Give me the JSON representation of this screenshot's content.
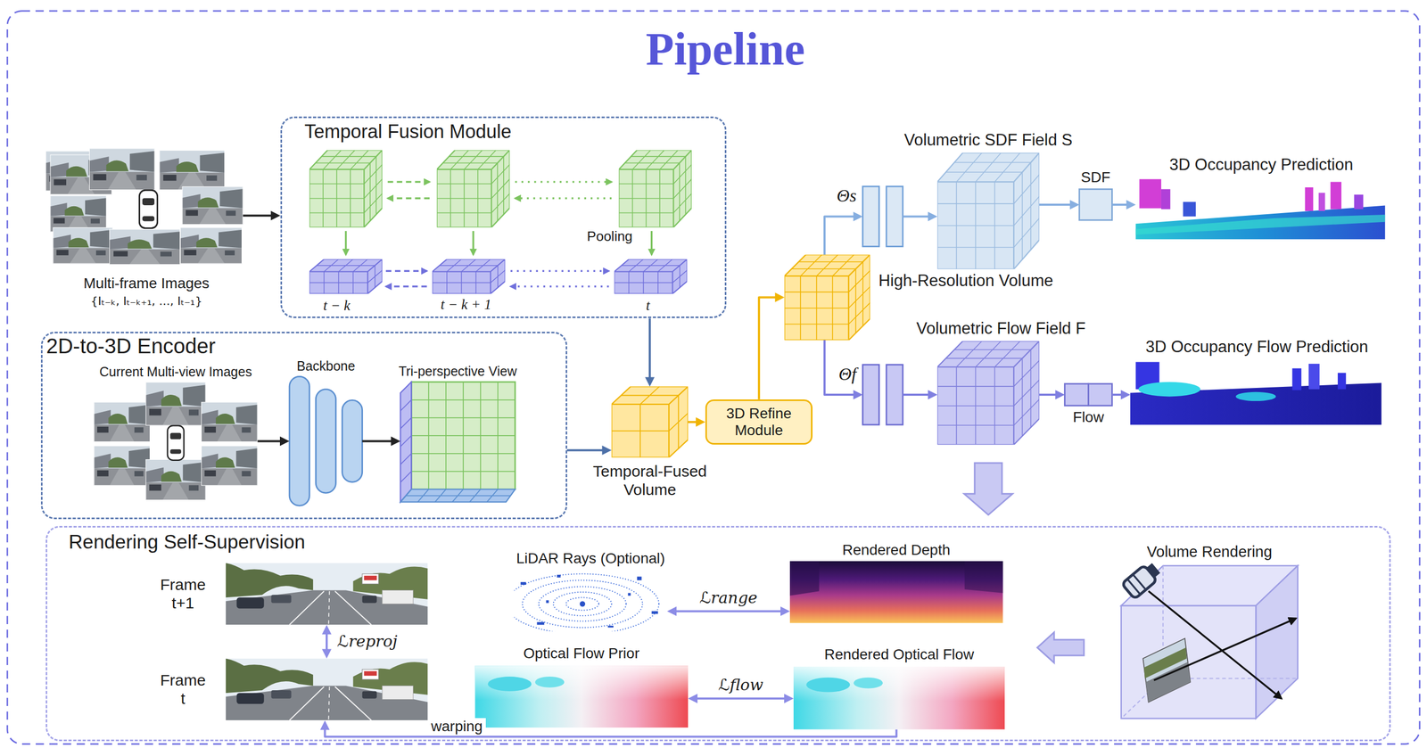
{
  "diagram": {
    "title": "Pipeline",
    "nodes": [
      {
        "text": [
          "Multi-frame Images",
          "{Iₜ₋ₖ, Iₜ₋ₖ₊₁, ..., Iₜ₋₁}"
        ]
      },
      {
        "text": [
          "Temporal Fusion Module"
        ]
      },
      {
        "text": [
          "Volumetric SDF Field S"
        ]
      },
      {
        "text": [
          "SDF"
        ]
      },
      {
        "text": [
          "3D Occupancy Prediction"
        ]
      },
      {
        "text": [
          "Θs"
        ]
      },
      {
        "text": [
          "High-Resolution Volume"
        ]
      },
      {
        "text": [
          "Θf"
        ]
      },
      {
        "text": [
          "Volumetric Flow Field F"
        ]
      },
      {
        "text": [
          "Flow"
        ]
      },
      {
        "text": [
          "3D Occupancy Flow Prediction"
        ]
      },
      {
        "text": [
          "2D-to-3D Encoder"
        ]
      },
      {
        "text": [
          "Current Multi-view Images"
        ],
        "in": 11
      },
      {
        "text": [
          "Backbone"
        ],
        "in": 11
      },
      {
        "text": [
          "Tri-perspective View"
        ],
        "in": 11
      },
      {
        "text": [
          "Temporal-Fused Volume"
        ]
      },
      {
        "text": [
          "3D Refine Module"
        ]
      },
      {
        "text": [
          "Rendering Self-Supervision"
        ]
      },
      {
        "text": [
          "Frame t+1"
        ],
        "in": 17
      },
      {
        "text": [
          "Frame t"
        ],
        "in": 17
      },
      {
        "text": [
          "LiDAR Rays (Optional)"
        ],
        "in": 17
      },
      {
        "text": [
          "Rendered Depth"
        ],
        "in": 17
      },
      {
        "text": [
          "Optical Flow Prior"
        ],
        "in": 17
      },
      {
        "text": [
          "Rendered Optical Flow"
        ],
        "in": 17
      },
      {
        "text": [
          "Volume Rendering"
        ],
        "in": 17
      }
    ],
    "edges": [
      {
        "from": 0,
        "to": 1,
        "arrow": "to"
      },
      {
        "from": 1,
        "to": 15,
        "arrow": "to"
      },
      {
        "from": 11,
        "to": 15,
        "arrow": "to"
      },
      {
        "from": 12,
        "to": 13,
        "arrow": "to"
      },
      {
        "from": 13,
        "to": 14,
        "arrow": "to"
      },
      {
        "from": 15,
        "to": 16,
        "arrow": "to"
      },
      {
        "from": 16,
        "to": 6,
        "arrow": "to"
      },
      {
        "from": 6,
        "to": 5,
        "arrow": "to"
      },
      {
        "from": 5,
        "to": 2,
        "arrow": "to"
      },
      {
        "from": 2,
        "to": 3,
        "arrow": "to"
      },
      {
        "from": 3,
        "to": 4,
        "arrow": "to"
      },
      {
        "from": 6,
        "to": 7,
        "arrow": "to"
      },
      {
        "from": 7,
        "to": 8,
        "arrow": "to"
      },
      {
        "from": 8,
        "to": 9,
        "arrow": "to"
      },
      {
        "from": 9,
        "to": 10,
        "arrow": "to"
      },
      {
        "from": 8,
        "to": 17,
        "arrow": "to"
      },
      {
        "from": 24,
        "to": 23,
        "arrow": "to"
      },
      {
        "from": 18,
        "to": 19,
        "label": "ℒreproj",
        "arrow": "both"
      },
      {
        "from": 20,
        "to": 21,
        "label": "ℒrange",
        "arrow": "both"
      },
      {
        "from": 22,
        "to": 23,
        "label": "ℒflow",
        "arrow": "both"
      },
      {
        "from": 23,
        "to": 19,
        "label": "warping",
        "arrow": "to"
      }
    ],
    "labels": [
      "Pooling",
      "t − k",
      "t − k + 1",
      "t"
    ]
  }
}
